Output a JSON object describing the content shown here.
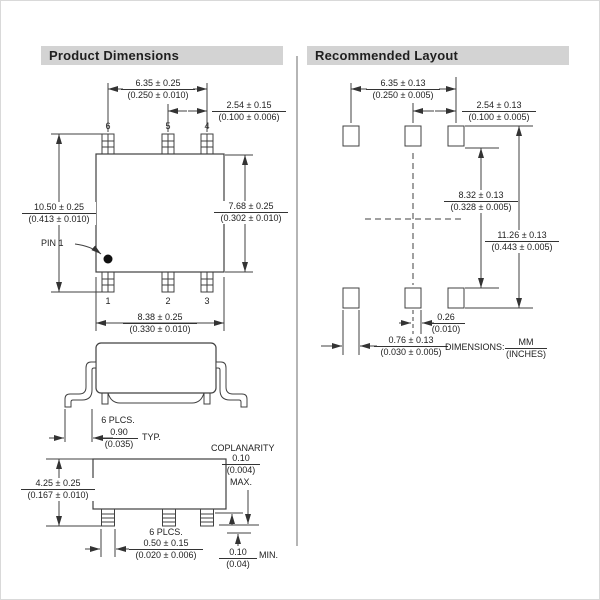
{
  "headers": {
    "left": "Product Dimensions",
    "right": "Recommended Layout"
  },
  "left": {
    "pins_top": [
      "6",
      "5",
      "4"
    ],
    "pins_bottom": [
      "1",
      "2",
      "3"
    ],
    "pin1_label": "PIN 1",
    "a635": {
      "mm": "6.35 ± 0.25",
      "in": "(0.250 ± 0.010)"
    },
    "a254": {
      "mm": "2.54 ± 0.15",
      "in": "(0.100 ± 0.006)"
    },
    "a1050": {
      "mm": "10.50 ± 0.25",
      "in": "(0.413 ± 0.010)"
    },
    "a768": {
      "mm": "7.68 ± 0.25",
      "in": "(0.302 ± 0.010)"
    },
    "a838": {
      "mm": "8.38 ± 0.25",
      "in": "(0.330 ± 0.010)"
    },
    "a090": {
      "plcs": "6 PLCS.",
      "mm": "0.90",
      "in": "(0.035)",
      "suffix": "TYP."
    },
    "a425": {
      "mm": "4.25 ± 0.25",
      "in": "(0.167 ± 0.010)"
    },
    "coplanarity": {
      "title": "COPLANARITY",
      "mm": "0.10",
      "in": "(0.004)",
      "suffix": "MAX."
    },
    "a050": {
      "plcs": "6 PLCS.",
      "mm": "0.50 ± 0.15",
      "in": "(0.020 ± 0.006)"
    },
    "a010": {
      "mm": "0.10",
      "in": "(0.04)",
      "suffix": "MIN."
    }
  },
  "right": {
    "b635": {
      "mm": "6.35 ± 0.13",
      "in": "(0.250 ± 0.005)"
    },
    "b254": {
      "mm": "2.54 ± 0.13",
      "in": "(0.100 ± 0.005)"
    },
    "b832": {
      "mm": "8.32 ± 0.13",
      "in": "(0.328 ± 0.005)"
    },
    "b1126": {
      "mm": "11.26 ± 0.13",
      "in": "(0.443 ± 0.005)"
    },
    "b026": {
      "mm": "0.26",
      "in": "(0.010)"
    },
    "b076": {
      "mm": "0.76 ± 0.13",
      "in": "(0.030 ± 0.005)"
    },
    "note": {
      "label": "DIMENSIONS:",
      "mm": "MM",
      "in": "(INCHES)"
    }
  }
}
